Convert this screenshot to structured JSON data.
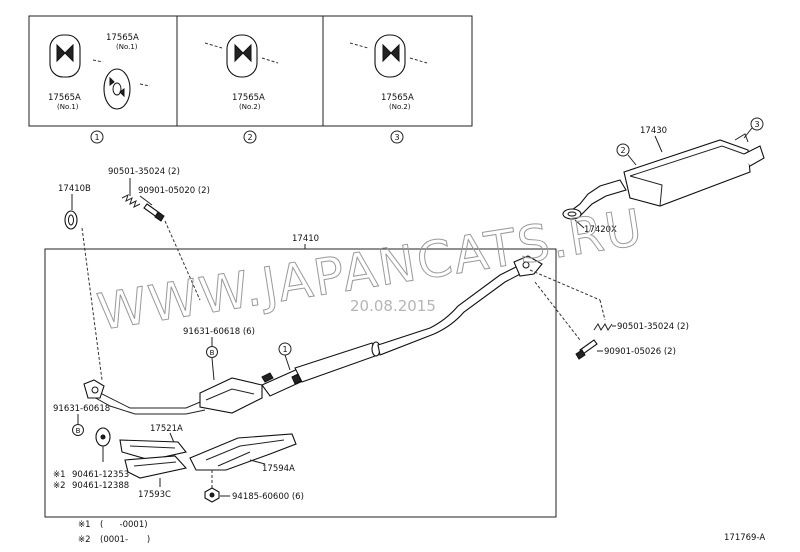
{
  "insets": [
    {
      "labels": [
        "17565A",
        "(No.1)",
        "17565A",
        "(No.1)"
      ],
      "callout": "1"
    },
    {
      "labels": [
        "17565A",
        "(No.2)"
      ],
      "callout": "2"
    },
    {
      "labels": [
        "17565A",
        "(No.2)"
      ],
      "callout": "3"
    }
  ],
  "parts": {
    "p17410B": "17410B",
    "p90501_35024_top": "90501-35024 (2)",
    "p90901_05020": "90901-05020 (2)",
    "p17410": "17410",
    "p17430": "17430",
    "p17420X": "17420X",
    "p91631_60618_top": "91631-60618 (6)",
    "p91631_60618_left": "91631-60618",
    "p17521A": "17521A",
    "p17594A": "17594A",
    "p17593C": "17593C",
    "p94185_60600": "94185-60600 (6)",
    "p90501_35024_right": "90501-35024 (2)",
    "p90901_05026": "90901-05026 (2)",
    "p90461_12353": "90461-12353",
    "p90461_12388": "90461-12388"
  },
  "markers": {
    "note1": "※1",
    "note2": "※2",
    "b_top": "B",
    "b_left": "B",
    "c1_main": "1",
    "c2_muffler": "2",
    "c3_muffler": "3"
  },
  "footnotes": {
    "note1_mark": "※1",
    "note1_range": "(      -0001)",
    "note2_mark": "※2",
    "note2_range": "(0001-       )"
  },
  "watermark": "WWW.JAPANCATS.RU",
  "date_stamp": "20.08.2015",
  "figure_code": "171769-A"
}
